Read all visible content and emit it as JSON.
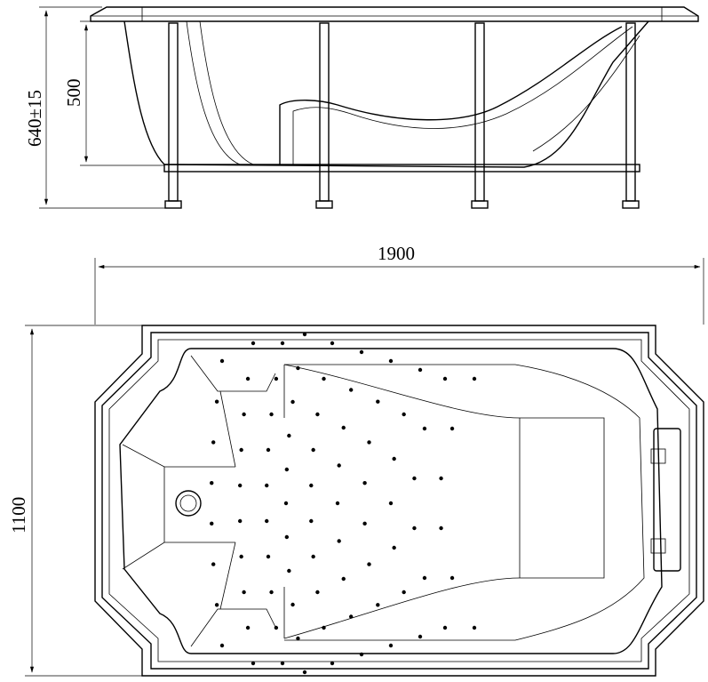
{
  "title": "Bathtub technical drawing",
  "side_view": {
    "dim_total_height": "640±15",
    "dim_tub_height": "500"
  },
  "top_view": {
    "dim_length": "1900",
    "dim_width": "1100"
  },
  "colors": {
    "line": "#000000",
    "background": "#ffffff"
  }
}
